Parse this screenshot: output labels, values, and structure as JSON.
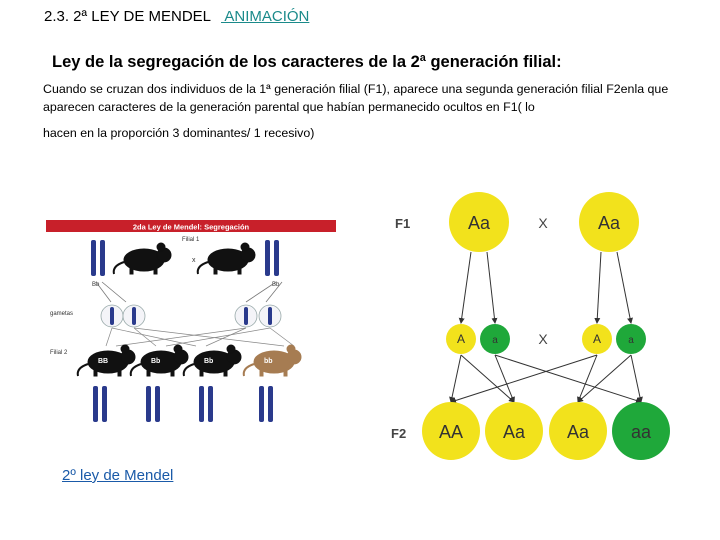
{
  "header": {
    "title": "2.3. 2ª LEY DE MENDEL",
    "animation_link": " ANIMACIÓN"
  },
  "section": {
    "subtitle": "Ley de la segregación de los caracteres de la 2ª generación filial:",
    "paragraph_1": "Cuando se cruzan dos individuos de la 1ª generación filial (F1), aparece una segunda generación filial F2enla que aparecen caracteres de la generación parental que habían permanecido ocultos en F1( lo",
    "paragraph_2": "hacen en la proporción 3 dominantes/ 1 recesivo)"
  },
  "mouse_figure": {
    "banner": "2da Ley de Mendel: Segregación",
    "filial1_label": "Filial 1",
    "cross_symbol": "x",
    "parent_left_genotype": "Bb",
    "parent_right_genotype": "Bb",
    "gametes_label": "gametas",
    "filial2_label": "Filial 2",
    "offspring": [
      {
        "genotype": "BB",
        "color": "black"
      },
      {
        "genotype": "Bb",
        "color": "black"
      },
      {
        "genotype": "Bb",
        "color": "black"
      },
      {
        "genotype": "bb",
        "color": "brown"
      }
    ],
    "colors": {
      "banner": "#c8202a",
      "chromosome": "#2a3a8c",
      "mouse_black": "#111111",
      "mouse_brown": "#a67c52"
    }
  },
  "punnett": {
    "f1_label": "F1",
    "f2_label": "F2",
    "parents": [
      "Aa",
      "Aa"
    ],
    "cross_symbol": "X",
    "gametes": [
      "A",
      "a",
      "A",
      "a"
    ],
    "offspring": [
      "AA",
      "Aa",
      "Aa",
      "aa"
    ],
    "colors": {
      "dominant": "#f2e21c",
      "recessive": "#1fa83a"
    }
  },
  "footer": {
    "link": "2º ley de Mendel"
  }
}
